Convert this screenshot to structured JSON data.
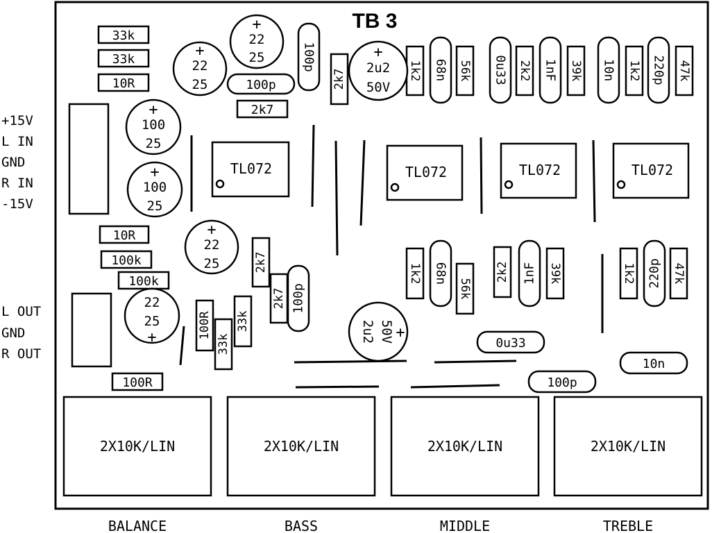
{
  "title": "TB 3",
  "connectors": {
    "input": [
      "+15V",
      "L IN",
      "GND",
      "R IN",
      "-15V"
    ],
    "output": [
      "L OUT",
      "GND",
      "R OUT"
    ]
  },
  "pots": [
    {
      "label": "2X10K/LIN",
      "caption": "BALANCE"
    },
    {
      "label": "2X10K/LIN",
      "caption": "BASS"
    },
    {
      "label": "2X10K/LIN",
      "caption": "MIDDLE"
    },
    {
      "label": "2X10K/LIN",
      "caption": "TREBLE"
    }
  ],
  "ics": [
    "TL072",
    "TL072",
    "TL072",
    "TL072"
  ],
  "resistors": {
    "r_33k_a": "33k",
    "r_33k_b": "33k",
    "r_10r_a": "10R",
    "r_2k7_a": "2k7",
    "r_10r_b": "10R",
    "r_100k_a": "100k",
    "r_100k_b": "100k",
    "r_100r_a": "100R",
    "r_2k7_b": "2k7",
    "r_2k7_c": "2k7",
    "r_100r_v": "100R",
    "r_33k_v1": "33k",
    "r_33k_v2": "33k",
    "r_2k7_top": "2k7",
    "r_1k2_t1": "1k2",
    "r_56k_t": "56k",
    "r_2k2_t": "2k2",
    "r_39k_t": "39k",
    "r_1k2_t2": "1k2",
    "r_47k_t": "47k",
    "r_1k2_b1": "1k2",
    "r_56k_b": "56k",
    "r_2k2_b": "2k2",
    "r_39k_b": "39k",
    "r_1k2_b2": "1k2",
    "r_47k_b": "47k"
  },
  "film_caps": {
    "c_100p_h": "100p",
    "c_100p_v1": "100p",
    "c_68n_t": "68n",
    "c_0u33_t": "0u33",
    "c_1nF_t": "1nF",
    "c_10n_t": "10n",
    "c_220p_t": "220p",
    "c_100p_v2": "100p",
    "c_68n_b": "68n",
    "c_1nF_b": "1nF",
    "c_220p_b": "220p",
    "c_0u33_b": "0u33",
    "c_10n_b": "10n",
    "c_100p_b": "100p"
  },
  "electrolytics": {
    "e1": [
      "22",
      "25"
    ],
    "e2": [
      "22",
      "25"
    ],
    "e3": [
      "2u2",
      "50V"
    ],
    "e4": [
      "100",
      "25"
    ],
    "e5": [
      "100",
      "25"
    ],
    "e6": [
      "22",
      "25"
    ],
    "e7": [
      "22",
      "25"
    ],
    "e8": [
      "2u2",
      "50V"
    ]
  },
  "polarity_symbol": "+"
}
